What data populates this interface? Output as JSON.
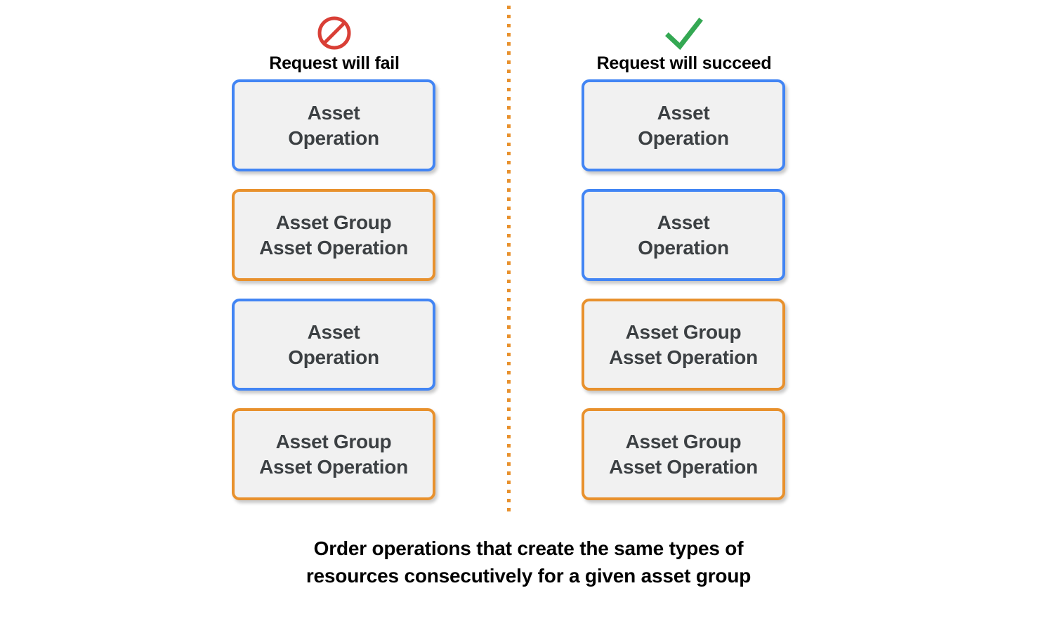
{
  "colors": {
    "blue_border": "#4285F4",
    "orange_border": "#E8912D",
    "box_fill": "#F1F1F1",
    "box_text": "#3C4043",
    "fail_icon": "#D93F36",
    "succeed_icon": "#34A853",
    "divider": "#E8912D",
    "background": "#FFFFFF"
  },
  "columns": [
    {
      "id": "fail",
      "icon": "prohibited-icon",
      "title": "Request will fail",
      "boxes": [
        {
          "label": "Asset\nOperation",
          "type": "blue"
        },
        {
          "label": "Asset Group\nAsset Operation",
          "type": "orange"
        },
        {
          "label": "Asset\nOperation",
          "type": "blue"
        },
        {
          "label": "Asset Group\nAsset Operation",
          "type": "orange"
        }
      ]
    },
    {
      "id": "succeed",
      "icon": "checkmark-icon",
      "title": "Request will succeed",
      "boxes": [
        {
          "label": "Asset\nOperation",
          "type": "blue"
        },
        {
          "label": "Asset\nOperation",
          "type": "blue"
        },
        {
          "label": "Asset Group\nAsset Operation",
          "type": "orange"
        },
        {
          "label": "Asset Group\nAsset Operation",
          "type": "orange"
        }
      ]
    }
  ],
  "caption": "Order operations that create the same types of\nresources consecutively for a given asset group"
}
